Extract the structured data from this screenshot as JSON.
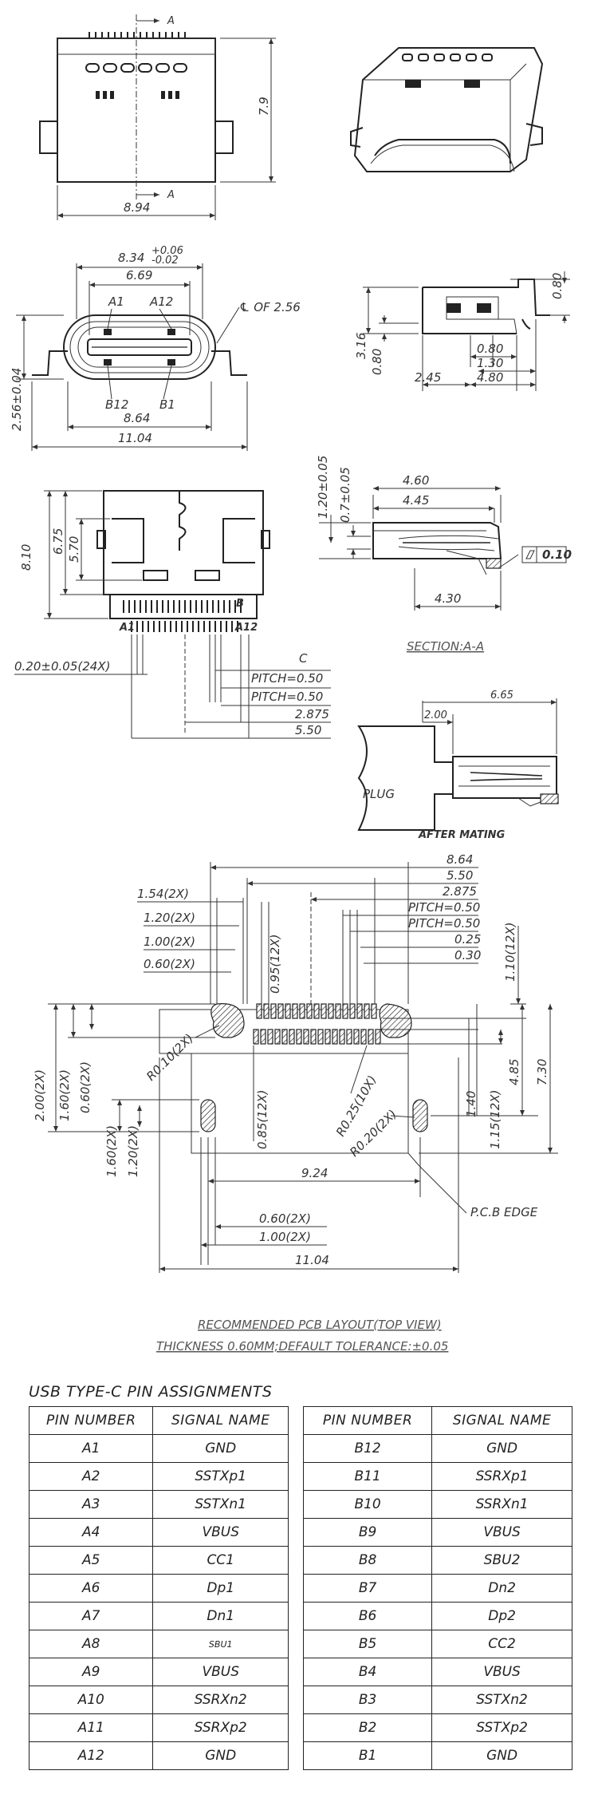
{
  "top_view": {
    "section_mark": "A",
    "width": "8.94",
    "height": "7.9"
  },
  "front_view": {
    "width_outer": "8.34",
    "tol_plus": "+0.06",
    "tol_minus": "-0.02",
    "width_inner": "6.69",
    "label_a1": "A1",
    "label_a12": "A12",
    "centerline": "℄ OF 2.56",
    "label_b12": "B12",
    "label_b1": "B1",
    "width_864": "8.64",
    "width_1104": "11.04",
    "height": "2.56±0.04"
  },
  "side_view": {
    "d080_top": "0.80",
    "d316": "3.16",
    "d080_left": "0.80",
    "d080": "0.80",
    "d130": "1.30",
    "d245": "2.45",
    "d480": "4.80"
  },
  "bottom_view": {
    "h810": "8.10",
    "h675": "6.75",
    "h570": "5.70",
    "pin_a1": "A1",
    "pin_a12": "A12",
    "pin_b": "B",
    "lead_width": "0.20±0.05(24X)",
    "centerline": "C",
    "pitch1": "PITCH=0.50",
    "pitch2": "PITCH=0.50",
    "d2875": "2.875",
    "d550": "5.50"
  },
  "section_view": {
    "d120": "1.20±0.05",
    "d070": "0.7±0.05",
    "d460": "4.60",
    "d445": "4.45",
    "flatness": "0.10",
    "d430": "4.30",
    "caption": "SECTION:A-A"
  },
  "mating_view": {
    "d665": "6.65",
    "d200": "2.00",
    "plug": "PLUG",
    "caption": "AFTER MATING"
  },
  "pcb_layout": {
    "d864": "8.64",
    "d550": "5.50",
    "d2875": "2.875",
    "pitch1": "PITCH=0.50",
    "pitch2": "PITCH=0.50",
    "d025": "0.25",
    "d030": "0.30",
    "d154": "1.54(2X)",
    "d120": "1.20(2X)",
    "d100": "1.00(2X)",
    "d060": "0.60(2X)",
    "d095": "0.95(12X)",
    "d110": "1.10(12X)",
    "r010": "R0.10(2X)",
    "d200": "2.00(2X)",
    "d160": "1.60(2X)",
    "d060v": "0.60(2X)",
    "d085": "0.85(12X)",
    "r025": "R0.25(10X)",
    "d140": "1.40",
    "d115": "1.15(12X)",
    "d485": "4.85",
    "d730": "7.30",
    "d160b": "1.60(2X)",
    "d120b": "1.20(2X)",
    "r020": "R0.20(2X)",
    "d924": "9.24",
    "edge": "P.C.B EDGE",
    "d060b": "0.60(2X)",
    "d100b": "1.00(2X)",
    "d1104": "11.04",
    "caption1": "RECOMMENDED PCB LAYOUT(TOP VIEW)",
    "caption2": "THICKNESS 0.60MM;DEFAULT TOLERANCE:±0.05"
  },
  "pin_table": {
    "title": "USB TYPE-C PIN ASSIGNMENTS",
    "col_pin": "PIN NUMBER",
    "col_signal": "SIGNAL NAME",
    "left_rows": [
      {
        "pin": "A1",
        "signal": "GND"
      },
      {
        "pin": "A2",
        "signal": "SSTXp1"
      },
      {
        "pin": "A3",
        "signal": "SSTXn1"
      },
      {
        "pin": "A4",
        "signal": "VBUS"
      },
      {
        "pin": "A5",
        "signal": "CC1"
      },
      {
        "pin": "A6",
        "signal": "Dp1"
      },
      {
        "pin": "A7",
        "signal": "Dn1"
      },
      {
        "pin": "A8",
        "signal": "SBU1"
      },
      {
        "pin": "A9",
        "signal": "VBUS"
      },
      {
        "pin": "A10",
        "signal": "SSRXn2"
      },
      {
        "pin": "A11",
        "signal": "SSRXp2"
      },
      {
        "pin": "A12",
        "signal": "GND"
      }
    ],
    "right_rows": [
      {
        "pin": "B12",
        "signal": "GND"
      },
      {
        "pin": "B11",
        "signal": "SSRXp1"
      },
      {
        "pin": "B10",
        "signal": "SSRXn1"
      },
      {
        "pin": "B9",
        "signal": "VBUS"
      },
      {
        "pin": "B8",
        "signal": "SBU2"
      },
      {
        "pin": "B7",
        "signal": "Dn2"
      },
      {
        "pin": "B6",
        "signal": "Dp2"
      },
      {
        "pin": "B5",
        "signal": "CC2"
      },
      {
        "pin": "B4",
        "signal": "VBUS"
      },
      {
        "pin": "B3",
        "signal": "SSTXn2"
      },
      {
        "pin": "B2",
        "signal": "SSTXp2"
      },
      {
        "pin": "B1",
        "signal": "GND"
      }
    ]
  }
}
